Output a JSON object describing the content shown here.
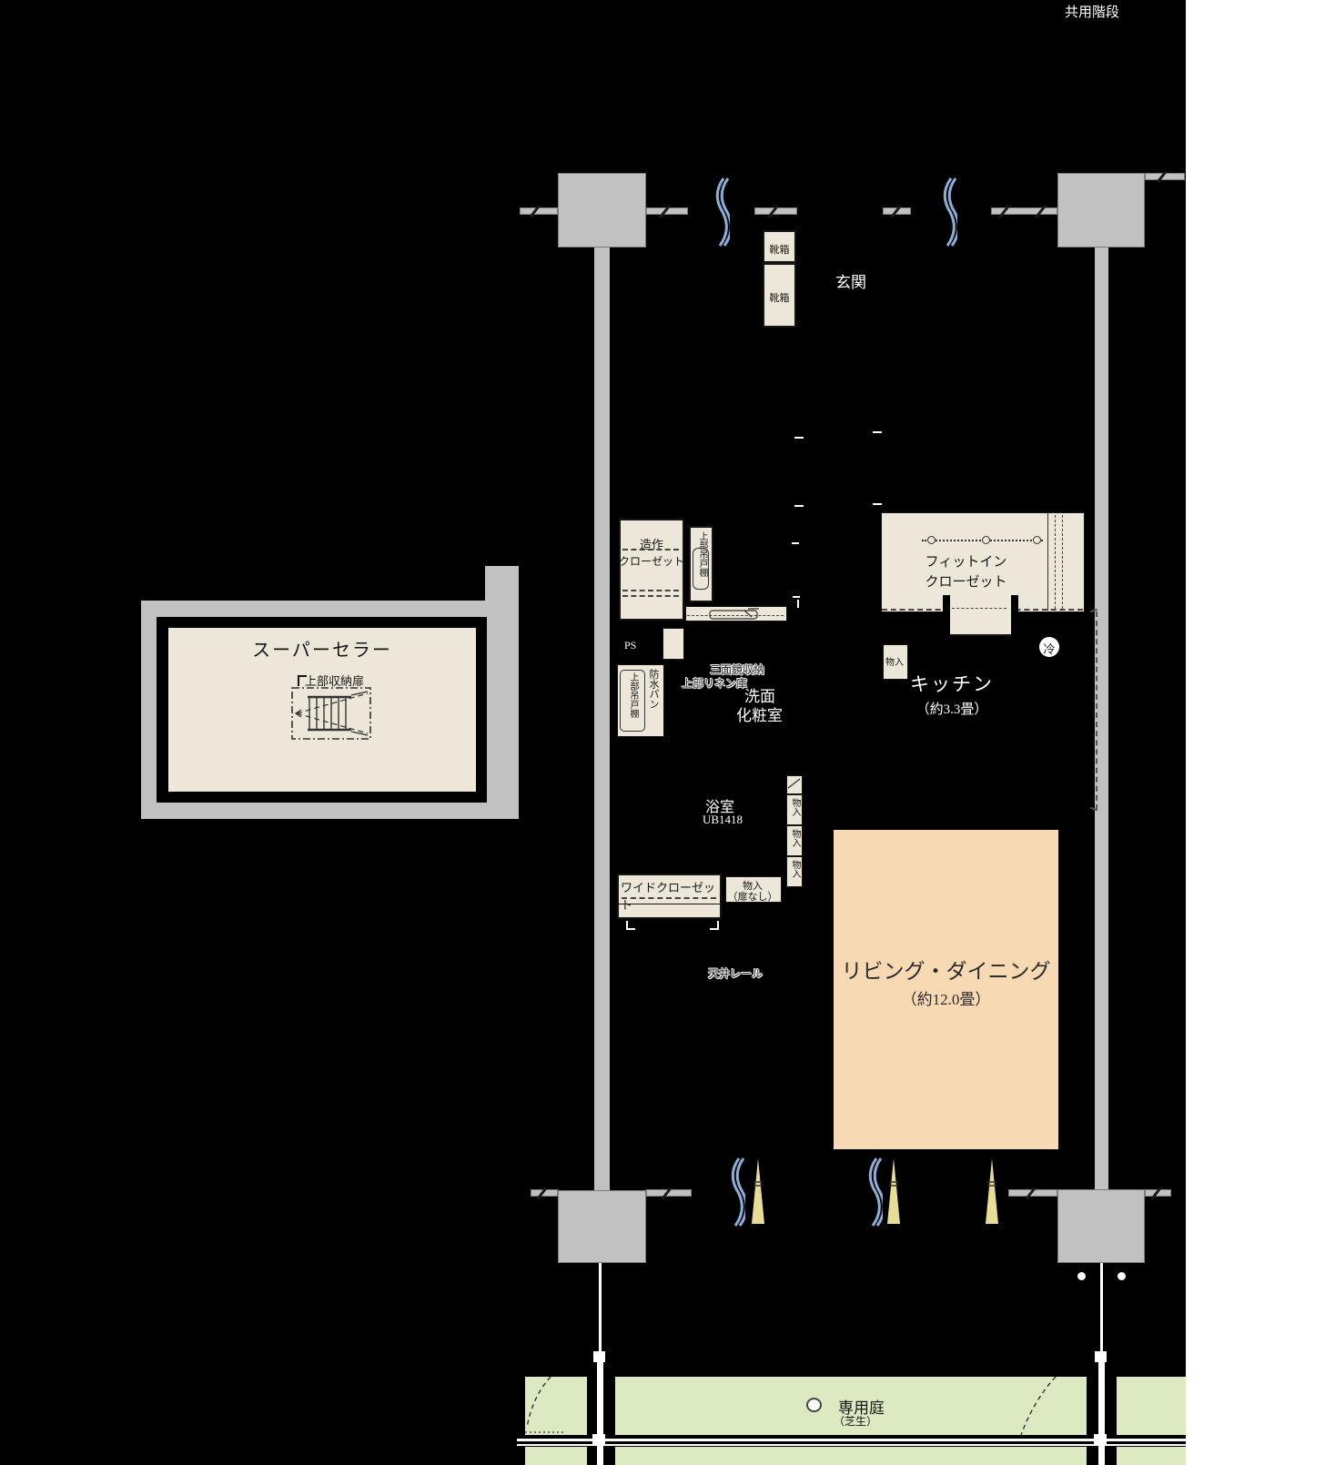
{
  "header": {
    "shared_stairs": "共用階段"
  },
  "entrance": {
    "label": "玄関",
    "shoebox1": "靴箱",
    "shoebox2": "靴箱"
  },
  "cellar": {
    "title": "スーパーセラー",
    "upper_door": "上部収納扉"
  },
  "wash": {
    "closet_line1": "造作",
    "closet_line2": "クローゼット",
    "upper_cabinet": "上部吊戸棚",
    "ps": "PS",
    "pan": "防水パン",
    "pan_cabinet": "上部吊戸棚",
    "mirror": "三面鏡収納",
    "linen": "上部リネン庫",
    "name_line1": "洗面",
    "name_line2": "化粧室"
  },
  "bath": {
    "name": "浴室",
    "size": "UB1418"
  },
  "storage": {
    "s1": "物入",
    "s2": "物入",
    "s3": "物入",
    "wide": "ワイドクローゼット",
    "nodoor_line1": "物入",
    "nodoor_line2": "（扉なし）",
    "rail": "天井レール"
  },
  "kitchen": {
    "fitin_line1": "フィットイン",
    "fitin_line2": "クローゼット",
    "mono": "物入",
    "fridge": "冷",
    "name": "キッチン",
    "size": "（約3.3畳）"
  },
  "living": {
    "name": "リビング・ダイニング",
    "size": "（約12.0畳）"
  },
  "garden": {
    "name": "専用庭",
    "sub": "（芝生）"
  },
  "colors": {
    "wall_gray": "#c1c1c1",
    "room_cream": "#ece7d8",
    "living_peach": "#f7d9b4",
    "garden_green": "#dde9c1",
    "window_blue": "#8aaed8",
    "light_yellow": "#e8dd95"
  }
}
